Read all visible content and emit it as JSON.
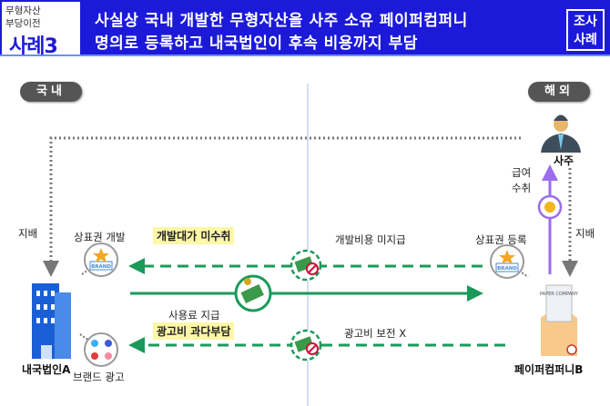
{
  "header": {
    "category_line1": "무형자산",
    "category_line2": "부당이전",
    "case_label": "사례3",
    "title_line1": "사실상 국내 개발한 무형자산을 사주 소유 페이퍼컴퍼니",
    "title_line2": "명의로 등록하고 내국법인이 후속 비용까지 부담",
    "badge_line1": "조사",
    "badge_line2": "사례"
  },
  "regions": {
    "domestic": "국내",
    "overseas": "해외"
  },
  "entities": {
    "owner": "사주",
    "domestic_company": "내국법인A",
    "paper_company": "페이퍼컴퍼니B",
    "paper_company_icon_text": "PAPER COMPANY"
  },
  "labels": {
    "control_left": "지배",
    "control_right": "지배",
    "salary_line1": "급여",
    "salary_line2": "수취",
    "trademark_dev": "상표권 개발",
    "trademark_reg": "상표권 등록",
    "dev_unpaid_highlight": "개발대가 미수취",
    "dev_cost_unpaid": "개발비용 미지급",
    "royalty_paid": "사용료 지급",
    "ad_over_highlight": "광고비 과다부담",
    "ad_no_comp": "광고비 보전 X",
    "brand_ad": "브랜드 광고",
    "brand_icon_text": "BRAND"
  },
  "colors": {
    "header": "#1c1ad8",
    "flow_green": "#1a9a5a",
    "salary_purple": "#9b6cf0",
    "highlight": "#fdf7a6"
  }
}
